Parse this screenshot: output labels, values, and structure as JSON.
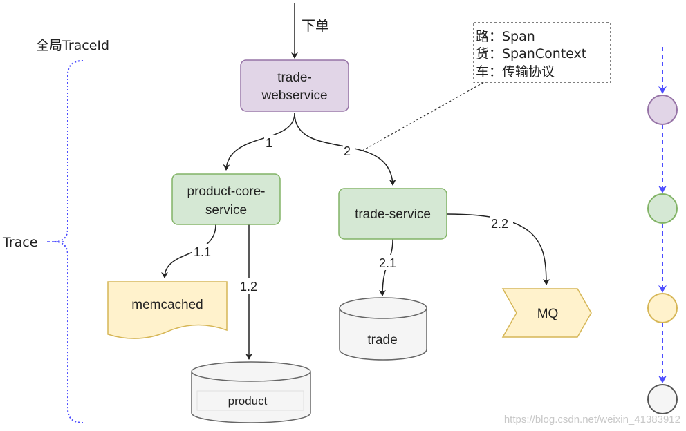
{
  "top_label": "下单",
  "global_trace_label": "全局TraceId",
  "trace_label": "Trace",
  "legend": {
    "line1": "路：Span",
    "line2": "货：SpanContext",
    "line3": "车：传输协议"
  },
  "nodes": {
    "trade_webservice": [
      "trade-",
      "webservice"
    ],
    "product_core_service": [
      "product-core-",
      "service"
    ],
    "trade_service": "trade-service",
    "memcached": "memcached",
    "product_db": "product",
    "trade_db": "trade",
    "mq": "MQ"
  },
  "edges": {
    "e1": "1",
    "e2": "2",
    "e11": "1.1",
    "e12": "1.2",
    "e21": "2.1",
    "e22": "2.2"
  },
  "watermark": "https://blog.csdn.net/weixin_41383912",
  "colors": {
    "purple_fill": "#e1d5e7",
    "purple_stroke": "#9673a6",
    "green_fill": "#d5e8d4",
    "green_stroke": "#82b366",
    "yellow_fill": "#fff2cc",
    "yellow_stroke": "#d6b656",
    "gray_fill": "#f5f5f5",
    "gray_stroke": "#666666",
    "blue_dash": "#4d4dff"
  }
}
